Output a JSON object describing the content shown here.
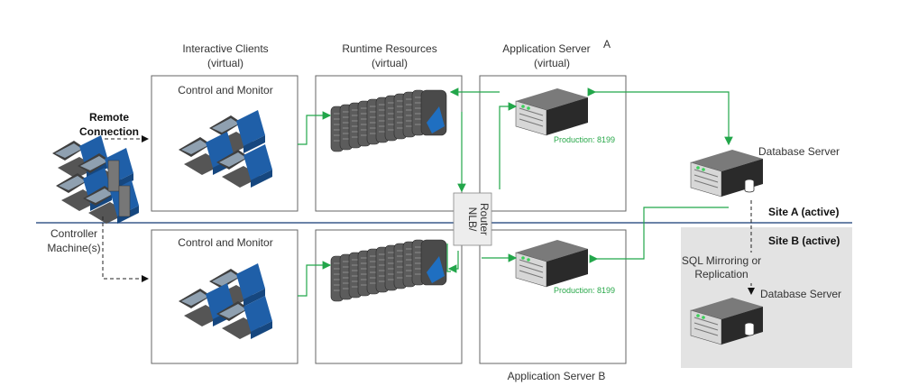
{
  "headers": {
    "interactive": [
      "Interactive Clients",
      "(virtual)"
    ],
    "runtime": [
      "Runtime Resources",
      "(virtual)"
    ],
    "appserver_a": [
      "Application Server",
      "(virtual)"
    ],
    "appserver_a_letter": "A",
    "appserver_b": "Application Server B"
  },
  "panels": {
    "control_top": "Control and Monitor",
    "control_bottom": "Control and Monitor"
  },
  "production_top": "Production: 8199",
  "production_bottom": "Production: 8199",
  "router": [
    "NLB/",
    "Router"
  ],
  "remote": [
    "Remote",
    "Connection"
  ],
  "controller": [
    "Controller",
    "Machine(s)"
  ],
  "db_top": "Database Server",
  "db_bottom": "Database Server",
  "site_a": "Site A (active)",
  "site_b": "Site B (active)",
  "sql": [
    "SQL Mirroring or",
    "Replication"
  ],
  "colors": {
    "green": "#22a64a",
    "divider": "#3a5a8c",
    "site_b_bg": "#e3e3e3"
  }
}
